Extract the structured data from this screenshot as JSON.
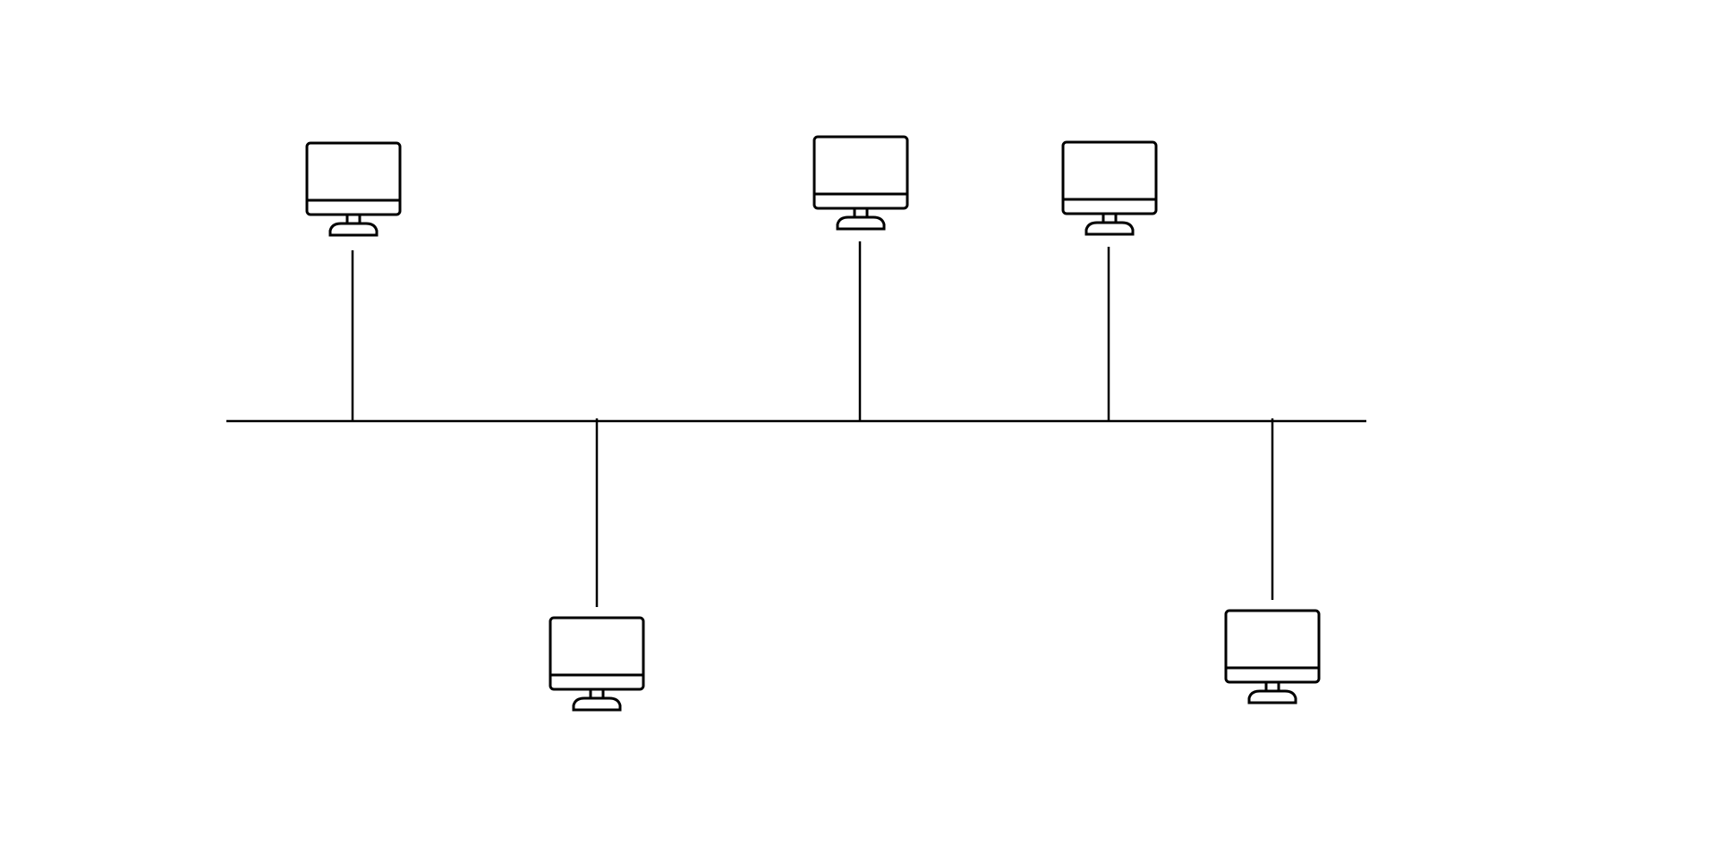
{
  "diagram": {
    "type": "bus-topology",
    "stroke_color": "#000000",
    "background_color": "#ffffff",
    "nodes": [
      {
        "id": "computer-1",
        "icon": "desktop-computer-icon",
        "side": "above"
      },
      {
        "id": "computer-2",
        "icon": "desktop-computer-icon",
        "side": "below"
      },
      {
        "id": "computer-3",
        "icon": "desktop-computer-icon",
        "side": "above"
      },
      {
        "id": "computer-4",
        "icon": "desktop-computer-icon",
        "side": "above"
      },
      {
        "id": "computer-5",
        "icon": "desktop-computer-icon",
        "side": "below"
      }
    ],
    "connections": [
      {
        "from": "bus",
        "to": "computer-1"
      },
      {
        "from": "bus",
        "to": "computer-2"
      },
      {
        "from": "bus",
        "to": "computer-3"
      },
      {
        "from": "bus",
        "to": "computer-4"
      },
      {
        "from": "bus",
        "to": "computer-5"
      }
    ]
  }
}
